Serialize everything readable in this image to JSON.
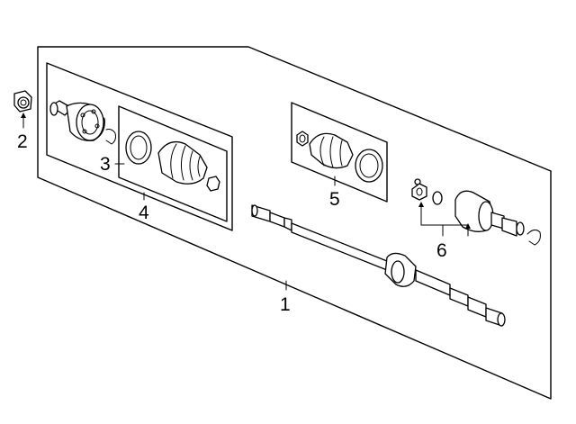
{
  "diagram": {
    "callouts": [
      {
        "id": "1"
      },
      {
        "id": "2"
      },
      {
        "id": "3"
      },
      {
        "id": "4"
      },
      {
        "id": "5"
      },
      {
        "id": "6"
      }
    ]
  }
}
